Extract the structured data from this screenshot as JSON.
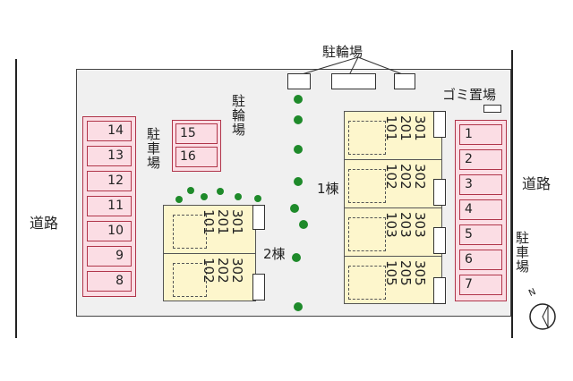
{
  "labels": {
    "road_left": "道路",
    "road_right": "道路",
    "bike_parking_top": "駐輪場",
    "bike_parking_mid": "駐輪場",
    "garbage": "ゴミ置場",
    "parking_left": "駐車場",
    "parking_right": "駐車場",
    "building1": "1棟",
    "building2": "2棟",
    "compass": "N"
  },
  "parking": {
    "left_column": [
      "14",
      "13",
      "12",
      "11",
      "10",
      "9",
      "8"
    ],
    "middle_column": [
      "15",
      "16"
    ],
    "right_column": [
      "1",
      "2",
      "3",
      "4",
      "5",
      "6",
      "7"
    ]
  },
  "building1_units": [
    [
      "301",
      "201",
      "101"
    ],
    [
      "302",
      "202",
      "102"
    ],
    [
      "303",
      "203",
      "103"
    ],
    [
      "305",
      "205",
      "105"
    ]
  ],
  "building2_units": [
    [
      "301",
      "201",
      "101"
    ],
    [
      "302",
      "202",
      "102"
    ]
  ],
  "colors": {
    "parking_fill": "#fbdde4",
    "parking_border": "#b0354a",
    "building_fill": "#fdf6cc",
    "tree": "#1e8a2a"
  }
}
